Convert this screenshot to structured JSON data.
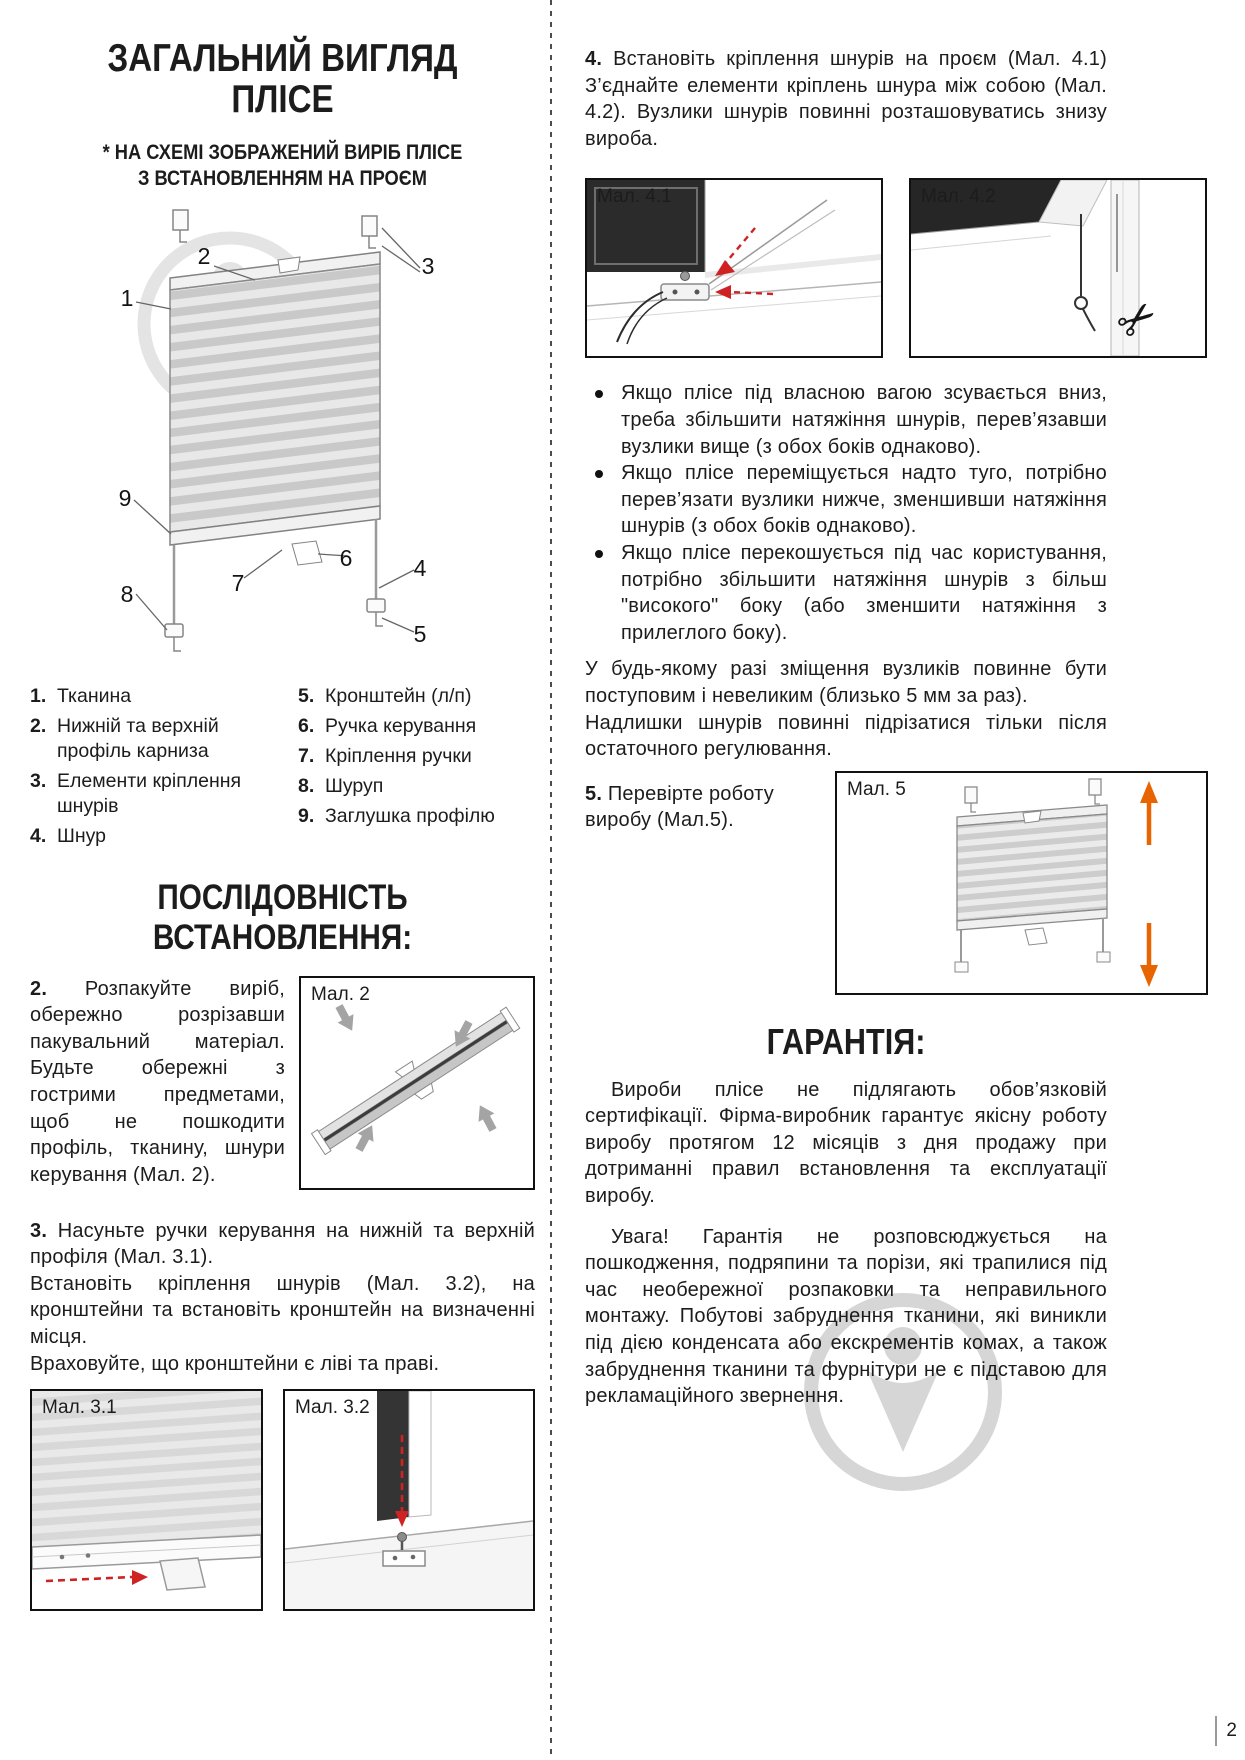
{
  "page": {
    "number": "2"
  },
  "icons": {
    "scissors": "✂"
  },
  "overview": {
    "title_line1": "ЗАГАЛЬНИЙ ВИГЛЯД",
    "title_line2": "ПЛІСЕ",
    "subtitle_line1": "* НА СХЕМІ ЗОБРАЖЕНИЙ ВИРІБ ПЛІСЕ",
    "subtitle_line2": "З ВСТАНОВЛЕННЯМ НА ПРОЄМ",
    "callouts": [
      "1",
      "2",
      "3",
      "4",
      "5",
      "6",
      "7",
      "8",
      "9"
    ],
    "legend": [
      {
        "num": "1.",
        "label": "Тканина"
      },
      {
        "num": "2.",
        "label": "Нижній та верхній профіль карниза"
      },
      {
        "num": "3.",
        "label": "Елементи кріплення шнурів"
      },
      {
        "num": "4.",
        "label": "Шнур"
      },
      {
        "num": "5.",
        "label": "Кронштейн (л/п)"
      },
      {
        "num": "6.",
        "label": "Ручка керування"
      },
      {
        "num": "7.",
        "label": "Кріплення ручки"
      },
      {
        "num": "8.",
        "label": "Шуруп"
      },
      {
        "num": "9.",
        "label": "Заглушка профілю"
      }
    ]
  },
  "installation": {
    "section_title": "ПОСЛІДОВНІСТЬ ВСТАНОВЛЕННЯ:",
    "step2": {
      "num": "2.",
      "text": "Розпакуйте виріб, обережно розрізавши пакувальний матеріал. Будьте обережні з гострими предметами, щоб не пошкодити профіль, тканину, шнури керування (Мал. 2)."
    },
    "fig2_label": "Мал. 2",
    "step3": {
      "num": "3.",
      "line1": "Насуньте ручки керування на нижній та верхній профіля (Мал. 3.1).",
      "line2": "Встановіть кріплення шнурів (Мал. 3.2), на кронштейни та встановіть кронштейн на визначенні місця.",
      "line3": "Враховуйте, що кронштейни є ліві та праві."
    },
    "fig31_label": "Мал. 3.1",
    "fig32_label": "Мал. 3.2",
    "step4": {
      "num": "4.",
      "text": "Встановіть кріплення шнурів на проєм (Мал. 4.1) З’єднайте елементи кріплень шнура між собою (Мал. 4.2). Вузлики шнурів повинні розташовуватись знизу вироба."
    },
    "fig41_label": "Мал. 4.1",
    "fig42_label": "Мал. 4.2",
    "bullets": [
      "Якщо плісе під власною вагою зсувається вниз, треба збільшити натяжіння шнурів, перев’язавши вузлики вище (з обох боків однаково).",
      "Якщо плісе переміщується надто туго, потрібно перев’язати вузлики нижче, зменшивши натяжіння шнурів (з обох боків однаково).",
      "Якщо плісе перекошується під час користування, потрібно збільшити натяжіння шнурів з більш \"високого\" боку (або зменшити натяжіння з прилеглого боку)."
    ],
    "note1": "У будь-якому разі зміщення вузликів повинне бути поступовим і невеликим (близько 5 мм за раз).",
    "note2": "Надлишки шнурів повинні підрізатися тільки після остаточного регулювання.",
    "step5": {
      "num": "5.",
      "text": "Перевірте роботу виробу (Мал.5)."
    },
    "fig5_label": "Мал. 5"
  },
  "warranty": {
    "title": "ГАРАНТІЯ:",
    "para1": "Вироби плісе не підлягають обов’язковій сертифікації. Фірма-виробник гарантує якісну роботу виробу протягом 12 місяців з дня продажу при дотриманні правил встановлення та експлуатації виробу.",
    "para2": "Увага! Гарантія не розповсюджується на пошкодження, подряпини та порізи, які трапилися під час необережної розпаковки та неправильного монтажу. Побутові забруднення тканини, які виникли під дією конденсата або екскрементів комах, а також забруднення тканини та фурнітури не є підставою для рекламаційного звернення."
  }
}
